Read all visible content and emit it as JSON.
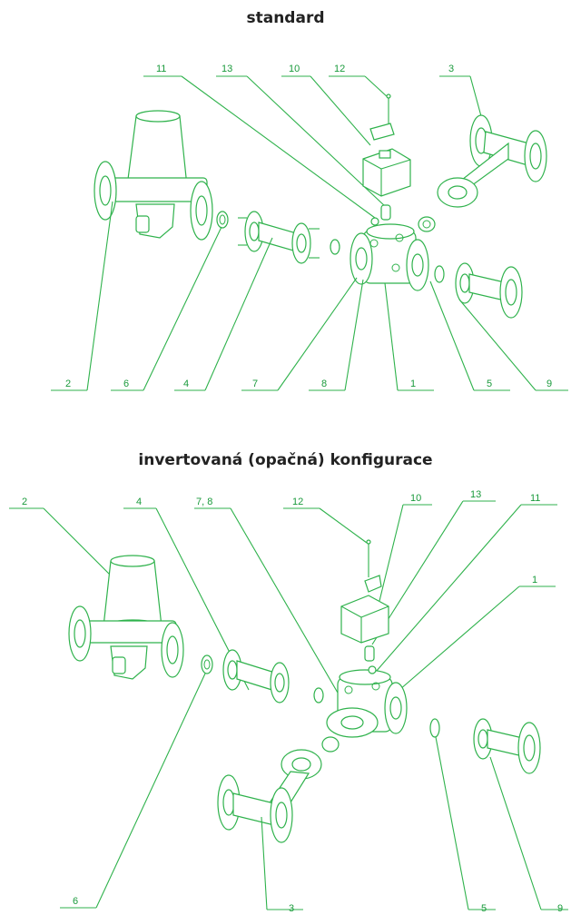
{
  "titles": {
    "standard": "standard",
    "inverted": "invertovaná (opačná) konfigurace"
  },
  "colors": {
    "line": "#2fb24c",
    "label": "#1a9a3c",
    "title": "#222222"
  },
  "top_labels": [
    "11",
    "13",
    "10",
    "12",
    "3"
  ],
  "bottom_labels": [
    "2",
    "6",
    "4",
    "7",
    "8",
    "1",
    "5",
    "9"
  ],
  "inv_top_labels": [
    "2",
    "4",
    "7, 8",
    "12",
    "10",
    "13",
    "11",
    "1"
  ],
  "inv_bottom_labels": [
    "6",
    "3",
    "5",
    "9"
  ]
}
